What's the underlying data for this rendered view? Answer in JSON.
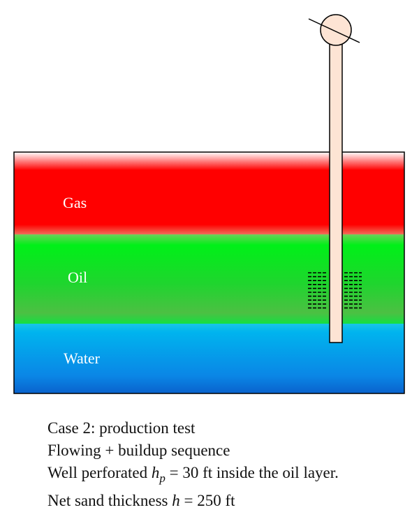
{
  "layers": {
    "gas": {
      "label": "Gas",
      "color": "#ff0000"
    },
    "oil": {
      "label": "Oil",
      "color": "#00ee1a"
    },
    "water": {
      "label": "Water",
      "color": "#0090f0"
    }
  },
  "well": {
    "tubing_color": "#fde4d4",
    "perforation_rows_per_side": 10
  },
  "caption": {
    "line1": "Case 2: production test",
    "line2": "Flowing + buildup sequence",
    "line3_prefix": "Well perforated ",
    "line3_var": "h",
    "line3_sub": "p",
    "line3_suffix": " = 30 ft inside the oil layer.",
    "line4_prefix": "Net sand thickness ",
    "line4_var": "h",
    "line4_suffix": " = 250 ft"
  }
}
